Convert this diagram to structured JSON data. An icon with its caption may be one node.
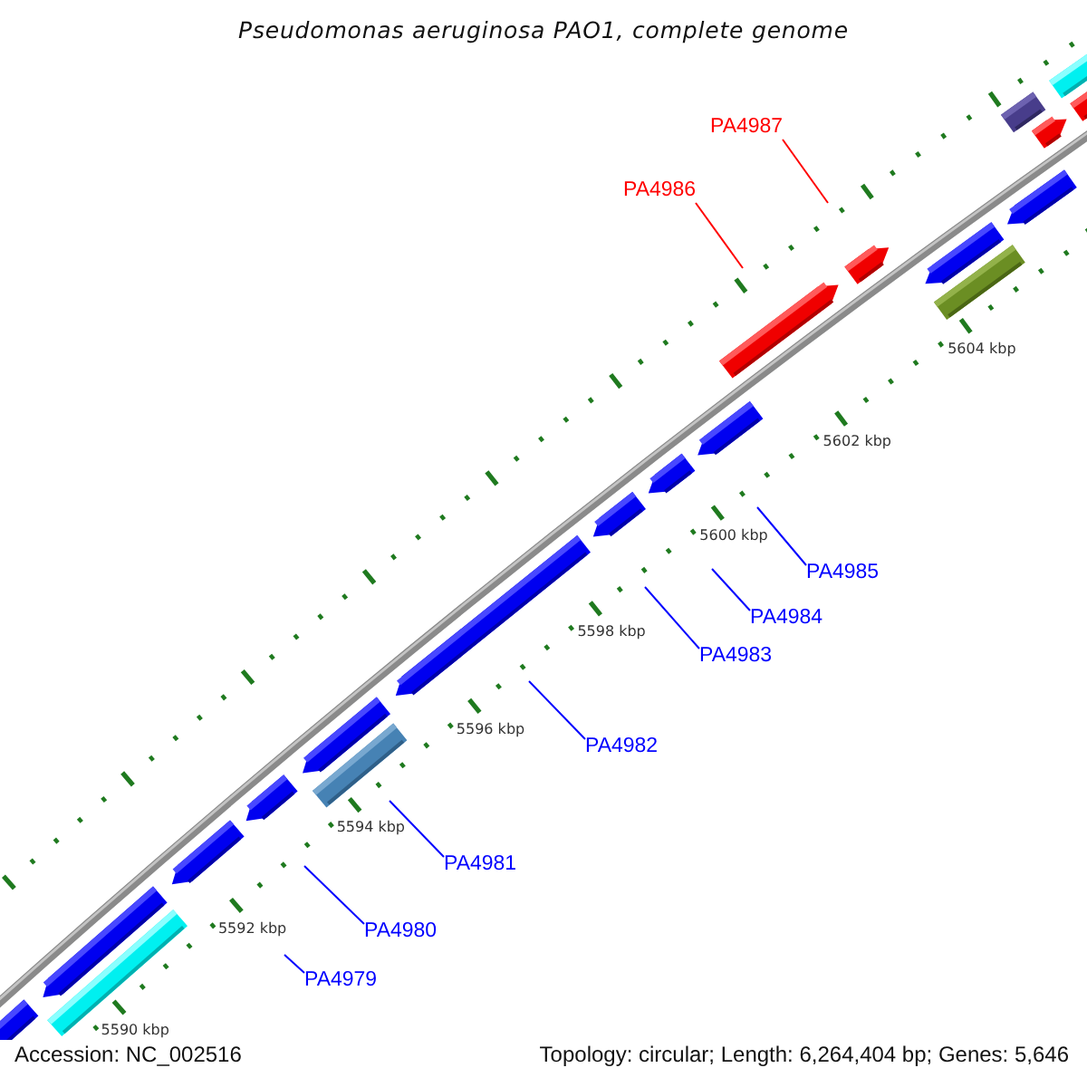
{
  "diagram": {
    "title": "Pseudomonas aeruginosa PAO1, complete genome",
    "nodes": [
      {
        "text": [
          "PA4987"
        ]
      },
      {
        "text": [
          "PA4986"
        ]
      },
      {
        "text": [
          "PA4985"
        ]
      },
      {
        "text": [
          "PA4984"
        ]
      },
      {
        "text": [
          "PA4983"
        ]
      },
      {
        "text": [
          "PA4982"
        ]
      },
      {
        "text": [
          "PA4981"
        ]
      },
      {
        "text": [
          "PA4980"
        ]
      },
      {
        "text": [
          "PA4979"
        ]
      }
    ],
    "edges": [
      {
        "from": 0,
        "to": null,
        "arrow": "none",
        "color": "#ff0000"
      },
      {
        "from": 1,
        "to": null,
        "arrow": "none",
        "color": "#ff0000"
      },
      {
        "from": 2,
        "to": null,
        "arrow": "none"
      },
      {
        "from": 3,
        "to": null,
        "arrow": "none"
      },
      {
        "from": 4,
        "to": null,
        "arrow": "none"
      },
      {
        "from": 5,
        "to": null,
        "arrow": "none"
      },
      {
        "from": 6,
        "to": null,
        "arrow": "none"
      },
      {
        "from": 7,
        "to": null,
        "arrow": "none"
      },
      {
        "from": 8,
        "to": null,
        "arrow": "none"
      }
    ],
    "labels": [
      "5604 kbp",
      "5602 kbp",
      "5600 kbp",
      "5598 kbp",
      "5596 kbp",
      "5594 kbp",
      "5592 kbp",
      "5590 kbp",
      "Accession: NC_002516",
      "Topology: circular; Length: 6,264,404 bp; Genes: 5,646"
    ]
  }
}
